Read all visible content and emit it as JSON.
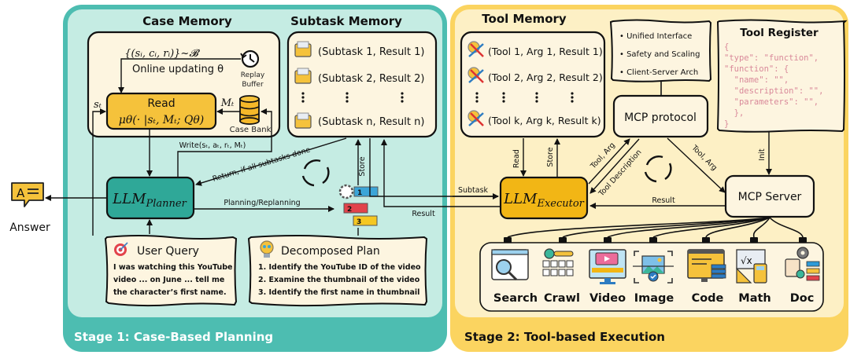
{
  "stage1": {
    "label": "Stage 1: Case-Based Planning",
    "color": "#4dbdb1",
    "inner_color": "#c5ece3",
    "case_memory": {
      "title": "Case Memory",
      "sample_formula": "{(sᵢ, cᵢ, rᵢ)}~𝓑",
      "online_update": "Online updating θ",
      "replay_buffer": [
        "Replay",
        "Buffer"
      ],
      "read_label": "Read",
      "read_formula": "μθ(· |sₜ, Mₜ; Qθ)",
      "state_label": "sₜ",
      "memory_label": "Mₜ",
      "case_bank": "Case Bank",
      "write_label": "Write(sₜ, aₜ, rₜ, Mₜ)"
    },
    "subtask_memory": {
      "title": "Subtask Memory",
      "items": [
        "(Subtask 1, Result 1)",
        "(Subtask 2, Result 2)",
        "(Subtask n, Result n)"
      ]
    },
    "planner": {
      "name": "LLM",
      "sub": "Planner"
    },
    "return_label": "Return, if all subtasks done",
    "planning_label": "Planning/Replanning",
    "store_label": "Store",
    "user_query": {
      "title": "User Query",
      "lines": [
        "I was watching this YouTube",
        "video ... on June ... tell me",
        "the character’s first name."
      ]
    },
    "decomposed_plan": {
      "title": "Decomposed Plan",
      "lines": [
        "1. Identify the YouTube ID of the video",
        "2. Examine the thumbnail of the video",
        "3. Identify the first name in thumbnail"
      ]
    }
  },
  "answer": {
    "label": "Answer",
    "color": "#f5c23b"
  },
  "links": {
    "subtask": "Subtask",
    "result": "Result"
  },
  "stage2": {
    "label": "Stage 2: Tool-based Execution",
    "color": "#fbd460",
    "inner_color": "#fdf0c5",
    "tool_memory": {
      "title": "Tool Memory",
      "items": [
        "(Tool 1, Arg 1, Result 1)",
        "(Tool 2, Arg 2, Result 2)",
        "(Tool k, Arg k, Result k)"
      ]
    },
    "mcp_features": [
      "Unified Interface",
      "Safety and Scaling",
      "Client-Server Arch"
    ],
    "mcp_protocol": "MCP protocol",
    "tool_register": {
      "title": "Tool Register",
      "code": [
        "{",
        "\"type\": \"function\",",
        "\"function\": {",
        "  \"name\": \"\",",
        "  \"description\": \"\",",
        "  \"parameters\": \"\",",
        "  },",
        "}"
      ]
    },
    "executor": {
      "name": "LLM",
      "sub": "Executor",
      "color": "#f2b615"
    },
    "read_label": "Read",
    "store_label": "Store",
    "tool_arg_label": "Tool, Arg",
    "tool_desc_label": "Tool Description",
    "tool_arg_label2": "Tool, Arg",
    "init_label": "Init",
    "result_label": "Result",
    "mcp_server": "MCP Server",
    "tools": [
      "Search",
      "Crawl",
      "Video",
      "Image",
      "Code",
      "Math",
      "Doc"
    ]
  }
}
